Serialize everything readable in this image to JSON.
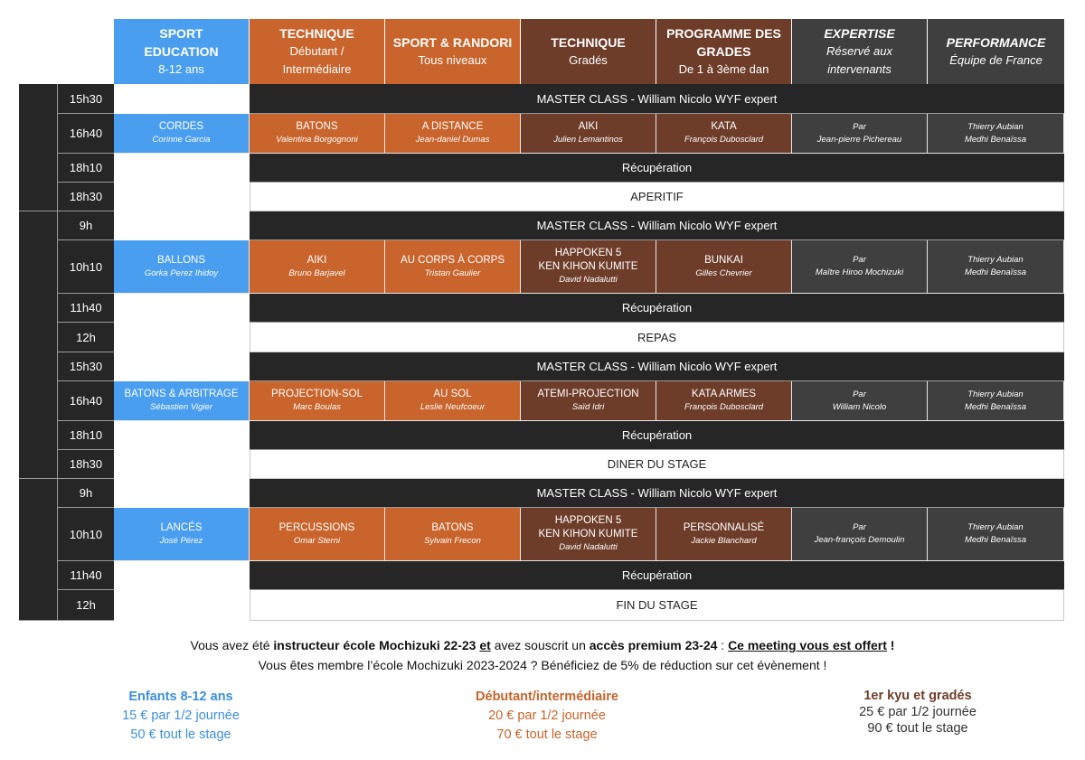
{
  "headers": [
    {
      "title": "SPORT EDUCATION",
      "sub": "8-12 ans"
    },
    {
      "title": "TECHNIQUE",
      "sub": "Débutant / Intermédiaire"
    },
    {
      "title": "SPORT & RANDORI",
      "sub": "Tous niveaux"
    },
    {
      "title": "TECHNIQUE",
      "sub": "Gradés"
    },
    {
      "title": "PROGRAMME DES GRADES",
      "sub": "De 1 à 3ème dan"
    },
    {
      "title": "EXPERTISE",
      "sub": "Réservé aux intervenants"
    },
    {
      "title": "PERFORMANCE",
      "sub": "Équipe de France"
    }
  ],
  "times": [
    "15h30",
    "16h40",
    "18h10",
    "18h30",
    "9h",
    "10h10",
    "11h40",
    "12h",
    "15h30",
    "16h40",
    "18h10",
    "18h30",
    "9h",
    "10h10",
    "11h40",
    "12h"
  ],
  "spans": {
    "master": "MASTER CLASS - William Nicolo WYF expert",
    "recup": "Récupération",
    "aperitif": "APERITIF",
    "repas": "REPAS",
    "diner": "DINER DU STAGE",
    "fin": "FIN DU STAGE"
  },
  "blocks": [
    {
      "sport": {
        "title": "CORDES",
        "name": "Corinne Garcia"
      },
      "tech": {
        "title": "BATONS",
        "name": "Valentina Borgognoni"
      },
      "randori": {
        "title": "A DISTANCE",
        "name": "Jean-daniel Dumas"
      },
      "grades": {
        "title": "AIKI",
        "title2": "",
        "name": "Julien Lemantinos"
      },
      "prog": {
        "title": "KATA",
        "name": "François Dubosclard"
      },
      "expert": {
        "title": "Par",
        "name": "Jean-pierre Pichereau"
      },
      "perf": {
        "title": "Thierry Aubian",
        "name": "Medhi Benaïssa"
      }
    },
    {
      "sport": {
        "title": "BALLONS",
        "name": "Gorka Perez Ihidoy"
      },
      "tech": {
        "title": "AIKI",
        "name": "Bruno Barjavel"
      },
      "randori": {
        "title": "AU CORPS À CORPS",
        "name": "Tristan Gaulier"
      },
      "grades": {
        "title": "HAPPOKEN 5",
        "title2": "KEN KIHON KUMITE",
        "name": "David Nadalutti"
      },
      "prog": {
        "title": "BUNKAI",
        "name": "Gilles Chevrier"
      },
      "expert": {
        "title": "Par",
        "name": "Maître Hiroo Mochizuki"
      },
      "perf": {
        "title": "Thierry Aubian",
        "name": "Medhi Benaïssa"
      }
    },
    {
      "sport": {
        "title": "BATONS & ARBITRAGE",
        "name": "Sébastien Vigier"
      },
      "tech": {
        "title": "PROJECTION-SOL",
        "name": "Marc Boulas"
      },
      "randori": {
        "title": "AU SOL",
        "name": "Leslie Neufcoeur"
      },
      "grades": {
        "title": "ATEMI-PROJECTION",
        "title2": "",
        "name": "Saïd Idri"
      },
      "prog": {
        "title": "KATA ARMES",
        "name": "François Dubosclard"
      },
      "expert": {
        "title": "Par",
        "name": "William Nicolo"
      },
      "perf": {
        "title": "Thierry Aubian",
        "name": "Medhi Benaïssa"
      }
    },
    {
      "sport": {
        "title": "LANCÉS",
        "name": "José Pérez"
      },
      "tech": {
        "title": "PERCUSSIONS",
        "name": "Omar Sterni"
      },
      "randori": {
        "title": "BATONS",
        "name": "Sylvain Frecon"
      },
      "grades": {
        "title": "HAPPOKEN 5",
        "title2": "KEN KIHON KUMITE",
        "name": "David Nadalutti"
      },
      "prog": {
        "title": "PERSONNALISÉ",
        "name": "Jackie Blanchard"
      },
      "expert": {
        "title": "Par",
        "name": "Jean-françois Demoulin"
      },
      "perf": {
        "title": "Thierry Aubian",
        "name": "Medhi Benaïssa"
      }
    }
  ],
  "footer": {
    "l1a": "Vous avez été ",
    "l1b": "instructeur école Mochizuki 22-23",
    "l1c": " ",
    "l1d": "et",
    "l1e": " avez souscrit un ",
    "l1f": "accès premium 23-24",
    "l1g": " : ",
    "l1h": "Ce meeting vous est offert",
    "l1i": " !",
    "l2": "Vous êtes membre l’école Mochizuki 2023-2024 ? Bénéficiez de 5% de réduction sur cet évènement !"
  },
  "prices": [
    {
      "head": "Enfants 8-12 ans",
      "half": "15 € par 1/2 journée",
      "full": "50 € tout le stage",
      "color": "#3b8fe0"
    },
    {
      "head": "Débutant/intermédiaire",
      "half": "20 € par 1/2 journée",
      "full": "70 € tout le stage",
      "color": "#c8642c"
    },
    {
      "head": "1er kyu et gradés",
      "half": "25 € par 1/2 journée",
      "full": "90 € tout le stage",
      "color": "#6e3d2a"
    }
  ]
}
